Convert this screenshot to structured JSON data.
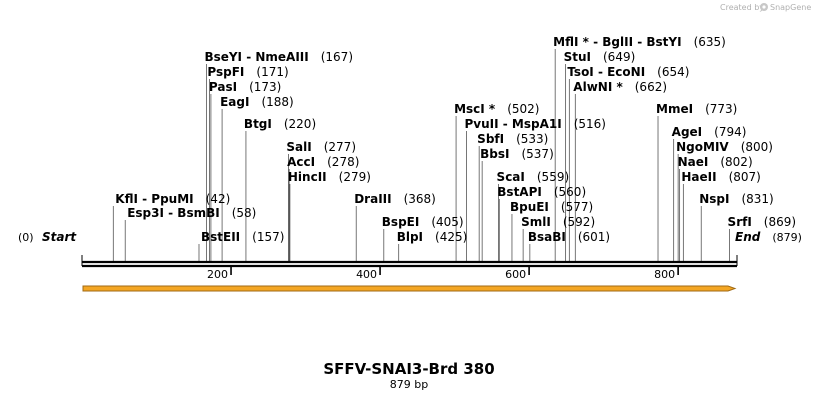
{
  "title": "SFFV-SNAI3-Brd 380",
  "subtitle": "879 bp",
  "credit": "Created by SnapGene",
  "credit_prefix": "Created by",
  "credit_brand": "SnapGene",
  "seq_length": 879,
  "start_label": "Start",
  "start_pos": "(0)",
  "end_label": "End",
  "end_pos": "(879)",
  "ruler_ticks": [
    200,
    400,
    600,
    800
  ],
  "colors": {
    "feature_fill": "#f4a623",
    "feature_stroke": "#a06a14",
    "line": "#000000"
  },
  "enzymes": [
    {
      "label": "KflI  -  PpuMI",
      "pos": 42
    },
    {
      "label": "Esp3I  -  BsmBI",
      "pos": 58
    },
    {
      "label": "BstEII",
      "pos": 157
    },
    {
      "label": "BseYI  -  NmeAIII",
      "pos": 167
    },
    {
      "label": "PspFI",
      "pos": 171
    },
    {
      "label": "PasI",
      "pos": 173
    },
    {
      "label": "EagI",
      "pos": 188
    },
    {
      "label": "BtgI",
      "pos": 220
    },
    {
      "label": "SalI",
      "pos": 277
    },
    {
      "label": "AccI",
      "pos": 278
    },
    {
      "label": "HincII",
      "pos": 279
    },
    {
      "label": "DraIII",
      "pos": 368
    },
    {
      "label": "BspEI",
      "pos": 405
    },
    {
      "label": "BlpI",
      "pos": 425
    },
    {
      "label": "MscI *",
      "pos": 502
    },
    {
      "label": "PvuII  -  MspA1I",
      "pos": 516
    },
    {
      "label": "SbfI",
      "pos": 533
    },
    {
      "label": "BbsI",
      "pos": 537
    },
    {
      "label": "ScaI",
      "pos": 559
    },
    {
      "label": "BstAPI",
      "pos": 560
    },
    {
      "label": "BpuEI",
      "pos": 577
    },
    {
      "label": "SmlI",
      "pos": 592
    },
    {
      "label": "BsaBI",
      "pos": 601
    },
    {
      "label": "MflI *  -  BglII  -  BstYI",
      "pos": 635
    },
    {
      "label": "StuI",
      "pos": 649
    },
    {
      "label": "TsoI  -  EcoNI",
      "pos": 654
    },
    {
      "label": "AlwNI *",
      "pos": 662
    },
    {
      "label": "MmeI",
      "pos": 773
    },
    {
      "label": "AgeI",
      "pos": 794
    },
    {
      "label": "NgoMIV",
      "pos": 800
    },
    {
      "label": "NaeI",
      "pos": 802
    },
    {
      "label": "HaeII",
      "pos": 807
    },
    {
      "label": "NspI",
      "pos": 831
    },
    {
      "label": "SrfI",
      "pos": 869
    }
  ]
}
